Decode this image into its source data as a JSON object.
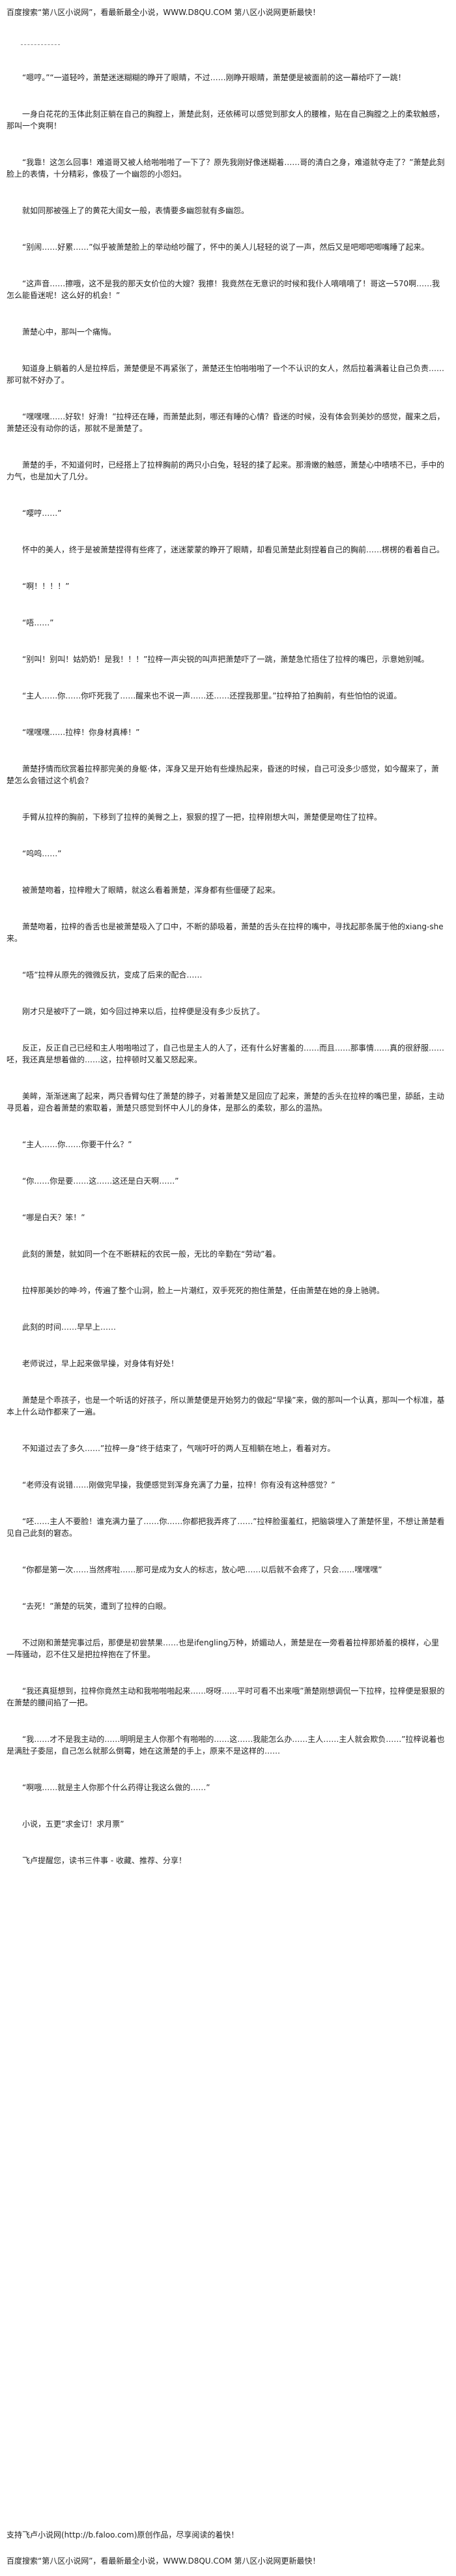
{
  "banners": {
    "top": "百度搜索“第八区小说网”，看最新最全小说，WWW.D8QU.COM 第八区小说网更新最快！",
    "bottom": "百度搜索“第八区小说网”，看最新最全小说，WWW.D8QU.COM 第八区小说网更新最快！"
  },
  "paragraphs": [
    "“嗯哼。”“一道轻吟，萧楚迷迷糊糊的睁开了眼睛，不过……刚睁开眼睛，萧楚便是被面前的这一幕给吓了一跳！",
    "一身白花花的玉体此刻正躺在自己的胸膛上，萧楚此刻，还依稀可以感觉到那女人的腰椎，贴在自己胸膛之上的柔软触感，那叫一个爽啊！",
    "“我靠！这怎么回事！难道哥又被人给啪啪啪了一下了？原先我刚好像迷糊着……哥的清白之身，难道就夺走了？”萧楚此刻脸上的表情，十分精彩，像极了一个幽怨的小怨妇。",
    "就如同那被强上了的黄花大闺女一般，表情要多幽怨就有多幽怨。",
    "“别闹……好累……”似乎被萧楚脸上的举动给吵醒了，怀中的美人儿轻轻的说了一声，然后又是吧唧吧唧嘴睡了起来。",
    "“这声音……擦哦，这不是我的那天女价位的大嫂？我擦！我竟然在无意识的时候和我仆人嘀嘀嘀了！哥这一570啊……我怎么能昏迷呢！这么好的机会！”",
    "萧楚心中，那叫一个痛悔。",
    "知道身上躺着的人是拉梓后，萧楚便是不再紧张了，萧楚还生怕啪啪啪了一个不认识的女人，然后拉着满着让自己负责……那可就不好办了。",
    "“嘿嘿嘿……好软！好滑！”拉梓还在睡，而萧楚此刻，哪还有睡的心情？昏迷的时候，没有体会到美妙的感觉，醒来之后，萧楚还没有动你的话，那就不是萧楚了。",
    "萧楚的手，不知道何时，已经搭上了拉梓胸前的两只小白兔，轻轻的揉了起来。那滑嫩的触感，萧楚心中啧啧不已，手中的力气，也是加大了几分。",
    "“嘤哼……”",
    "怀中的美人，终于是被萧楚捏得有些疼了，迷迷蒙蒙的睁开了眼睛，却看见萧楚此刻捏着自己的胸前……楞楞的看着自己。",
    "“啊！！！！”",
    "“唔……”",
    "“别叫！别叫！姑奶奶！是我！！！”拉梓一声尖锐的叫声把萧楚吓了一跳，萧楚急忙捂住了拉梓的嘴巴，示意她别喊。",
    "“主人……你……你吓死我了……醒来也不说一声……还……还捏我那里。”拉梓拍了拍胸前，有些怕怕的说道。",
    "“嘿嘿嘿……拉梓！你身材真棒！”",
    "萧楚抒情而欣赏着拉梓那完美的身躯·体，浑身又是开始有些燥热起来，昏迷的时候，自己可没多少感觉，如今醒来了，萧楚怎么会错过这个机会？",
    "手臂从拉梓的胸前，下移到了拉梓的美臀之上，狠狠的捏了一把，拉梓刚想大叫，萧楚便是吻住了拉梓。",
    "“呜呜……”",
    "被萧楚吻着，拉梓瞪大了眼睛，就这么看着萧楚，浑身都有些僵硬了起来。",
    "萧楚吻着，拉梓的香舌也是被萧楚吸入了口中，不断的舔吸着，萧楚的舌头在拉梓的嘴中，寻找起那条属于他的xiang-she来。",
    "“唔”拉梓从原先的微微反抗，变成了后来的配合……",
    "刚才只是被吓了一跳，如今回过神来以后，拉梓便是没有多少反抗了。",
    "反正，反正自己已经和主人啪啪啪过了，自己也是主人的人了，还有什么好害羞的……而且……那事情……真的很舒服……呸，我还真是想着做的……这，拉梓顿时又羞又怒起来。",
    "美眸，渐渐迷离了起来，两只香臂勾住了萧楚的脖子，对着萧楚又是回应了起来，萧楚的舌头在拉梓的嘴巴里，舔舐，主动寻觅着，迎合着萧楚的索取着，萧楚只感觉到怀中人儿的身体，是那么的柔软，那么的温热。",
    "“主人……你……你要干什么？”",
    "“你……你是要……这……这还是白天啊……”",
    "“哪是白天？笨！”",
    "此刻的萧楚，就如同一个在不断耕耘的农民一般，无比的辛勤在“劳动”着。",
    "拉梓那美妙的呻·吟，传遍了整个山洞，脸上一片潮红，双手死死的抱住萧楚，任由萧楚在她的身上驰骋。",
    "此刻的时间……早早上……",
    "老师说过，早上起来做早操，对身体有好处！",
    "萧楚是个乖孩子，也是一个听话的好孩子，所以萧楚便是开始努力的做起“早操”来，做的那叫一个认真，那叫一个标准，基本上什么动作都来了一遍。",
    "不知道过去了多久……”拉梓一身“终于结束了，气喘吁吁的两人互相躺在地上，看着对方。",
    "“老师没有说错……刚做完早操，我便感觉到浑身充满了力量，拉梓！你有没有这种感觉？”",
    "“呸……主人不要脸！谁充满力量了……你……你都把我弄疼了……”拉梓脸蛋羞红，把脑袋埋入了萧楚怀里，不想让萧楚看见自己此刻的窘态。",
    "“你都是第一次……当然疼啦……那可是成为女人的标志，放心吧……以后就不会疼了，只会……嘿嘿嘿”",
    "“去死！”萧楚的玩笑，遭到了拉梓的白眼。",
    "不过刚和萧楚完事过后，那便是初尝禁果……也是ifengling万种，娇媚动人，萧楚是在一旁看着拉梓那娇羞的模样，心里一阵骚动，忍不住又是把拉梓抱在了怀里。",
    "“我还真挺想到，拉梓你竟然主动和我啪啪啪起来……呀呀……平时可看不出来哦”萧楚刚想调侃一下拉梓，拉梓便是狠狠的在萧楚的腰间掐了一把。",
    "“我……才不是我主动的……明明是主人你那个有啪啪的……这……我能怎么办……主人……主人就会欺负……”拉梓说着也是满肚子委屈，自己怎么就那么倒霉，她在这萧楚的手上，原来不是这样的……",
    "“啊哦……就是主人你那个什么药得让我这么做的……”",
    "小说，五更”求金订！求月票”",
    "飞卢提醒您，读书三件事 - 收藏、推荐、分享！"
  ],
  "footer": {
    "promo": "支持飞卢小说网(http://b.faloo.com)原创作品，尽享阅读的着快！"
  }
}
